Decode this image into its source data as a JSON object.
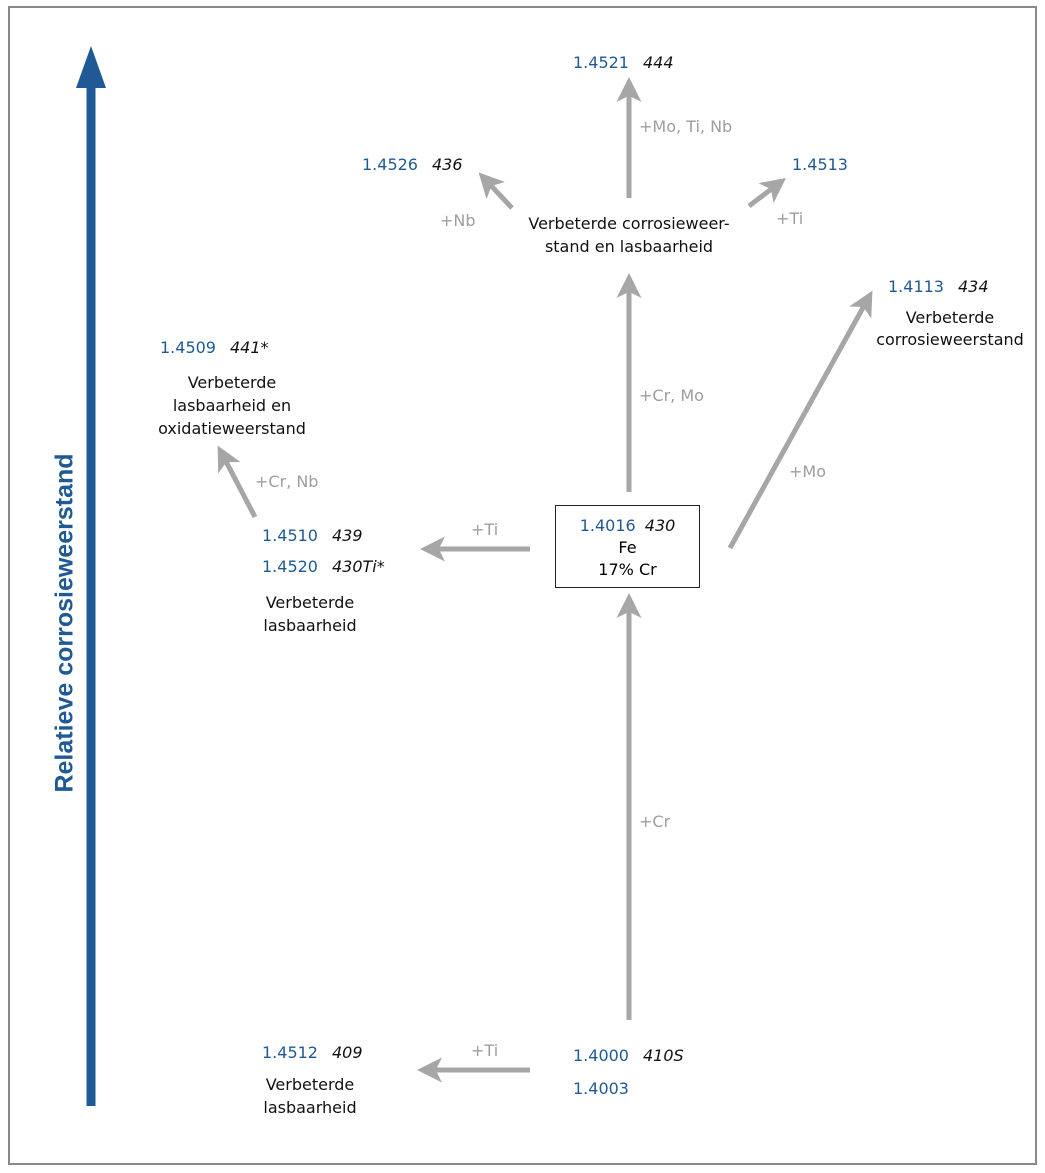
{
  "axis_title": "Relatieve corrosieweerstand",
  "colors": {
    "axis": "#1f5a96",
    "arrow": "#a6a6a6",
    "code": "#1f5a96",
    "label": "#9e9e9e",
    "text": "#111111"
  },
  "center": {
    "code": "1.4016",
    "aisi": "430",
    "line1": "Fe",
    "line2": "17% Cr"
  },
  "top": {
    "code": "1.4521",
    "aisi": "444",
    "label": "+Mo, Ti, Nb"
  },
  "upper_left": {
    "code": "1.4526",
    "aisi": "436",
    "label": "+Nb"
  },
  "upper_right": {
    "code": "1.4513",
    "label": "+Ti"
  },
  "middle_desc": {
    "line1": "Verbeterde corrosieweer-",
    "line2": "stand en lasbaarheid"
  },
  "right": {
    "code": "1.4113",
    "aisi": "434",
    "desc1": "Verbeterde",
    "desc2": "corrosieweerstand",
    "label": "+Mo"
  },
  "left_top": {
    "code": "1.4509",
    "aisi": "441*",
    "desc1": "Verbeterde",
    "desc2": "lasbaarheid en",
    "desc3": "oxidatieweerstand",
    "label": "+Cr, Nb"
  },
  "left_mid": {
    "code1": "1.4510",
    "aisi1": "439",
    "code2": "1.4520",
    "aisi2": "430Ti*",
    "desc1": "Verbeterde",
    "desc2": "lasbaarheid",
    "label": "+Ti"
  },
  "center_up_label": "+Cr, Mo",
  "center_down_label": "+Cr",
  "bottom": {
    "code1": "1.4000",
    "aisi1": "410S",
    "code2": "1.4003"
  },
  "bottom_left": {
    "code": "1.4512",
    "aisi": "409",
    "desc1": "Verbeterde",
    "desc2": "lasbaarheid",
    "label": "+Ti"
  }
}
